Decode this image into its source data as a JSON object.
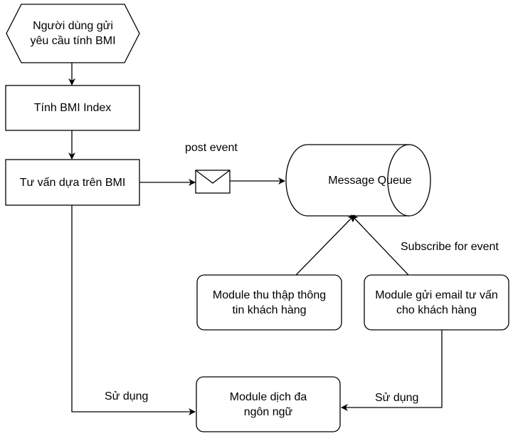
{
  "colors": {
    "stroke": "#000000",
    "fill": "#ffffff",
    "text": "#000000"
  },
  "nodes": {
    "start": {
      "label": "Người dùng gửi\nyêu cầu tính BMI",
      "shape": "hexagon"
    },
    "calc_bmi": {
      "label": "Tính BMI Index",
      "shape": "rectangle"
    },
    "advise": {
      "label": "Tư vấn dựa trên BMI",
      "shape": "rectangle"
    },
    "queue": {
      "label": "Message Queue",
      "shape": "cylinder"
    },
    "collect_module": {
      "label": "Module thu thập thông\ntin khách hàng",
      "shape": "rounded-rectangle"
    },
    "email_module": {
      "label": "Module gửi email tư vấn\ncho khách hàng",
      "shape": "rounded-rectangle"
    },
    "translate_module": {
      "label": "Module dịch đa\nngôn ngữ",
      "shape": "rounded-rectangle"
    }
  },
  "edge_labels": {
    "post_event": "post event",
    "subscribe": "Subscribe for event",
    "use_left": "Sử dụng",
    "use_right": "Sử dụng"
  },
  "icons": {
    "message": "envelope-icon"
  }
}
